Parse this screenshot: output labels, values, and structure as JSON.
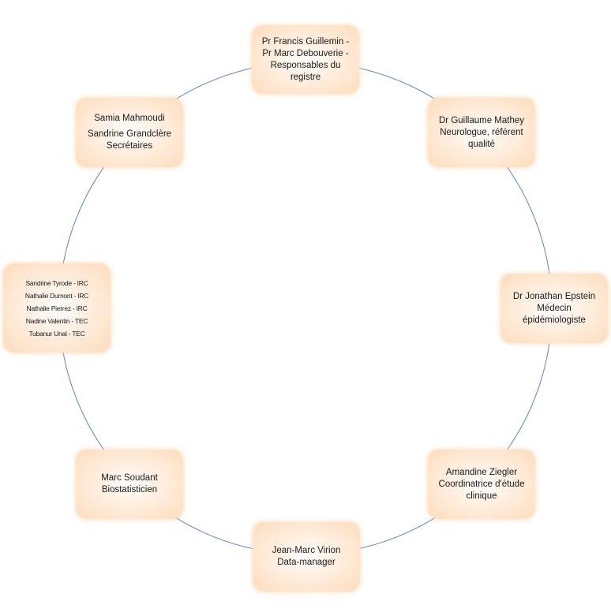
{
  "diagram": {
    "nodes": {
      "registry_heads": {
        "lines": [
          "Pr Francis Guillemin -",
          "Pr Marc Debouverie -",
          "Responsables du",
          "registre"
        ]
      },
      "quality_ref": {
        "lines": [
          "Dr Guillaume Mathey",
          "Neurologue, référent",
          "qualité"
        ]
      },
      "epidemiologist": {
        "lines": [
          "Dr Jonathan Epstein",
          "Médecin",
          "épidémiologiste"
        ]
      },
      "study_coord": {
        "lines": [
          "Amandine Ziegler",
          "Coordinatrice d'étude",
          "clinique"
        ]
      },
      "data_manager": {
        "lines": [
          "Jean-Marc Virion",
          "Data-manager"
        ]
      },
      "biostat": {
        "lines": [
          "Marc Soudant",
          "Biostatisticien"
        ]
      },
      "research_staff": {
        "lines": [
          "Sandrine Tyrode - IRC",
          "Nathalie Dumont - IRC",
          "Nathalie Pierrez - IRC",
          "Nadine Valentin - TEC",
          "Tubanur Unal - TEC"
        ]
      },
      "secretaries": {
        "lines": [
          "Samia Mahmoudi",
          "Sandrine Grandclère",
          "Secrétaires"
        ]
      }
    },
    "colors": {
      "ring": "#5b86c2",
      "node_fill": "#fddcbc",
      "node_center": "#ffffff",
      "text": "#1a1a1a"
    }
  }
}
